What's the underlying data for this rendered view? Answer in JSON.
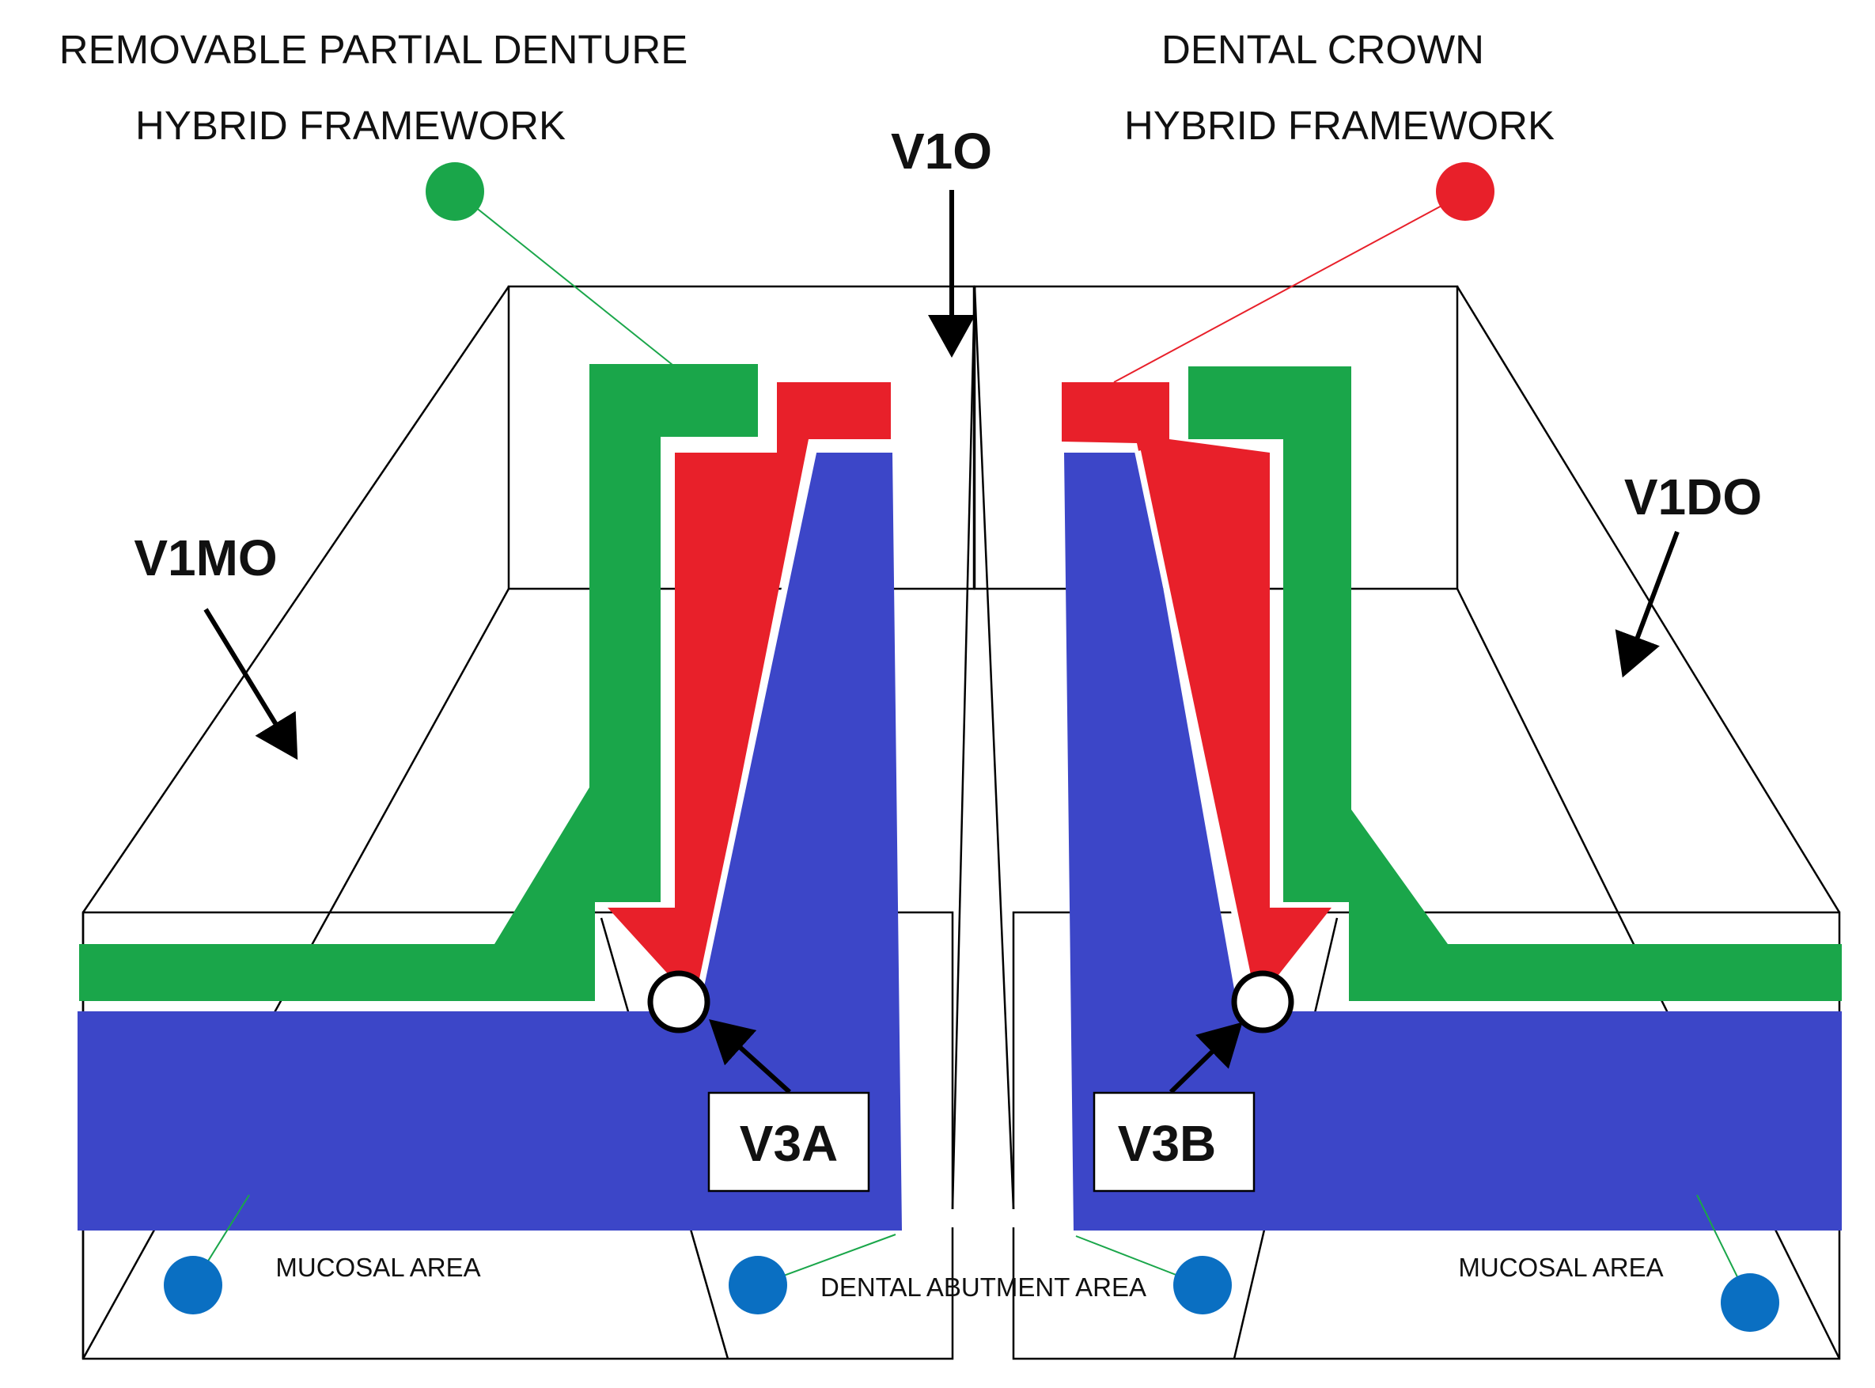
{
  "headings": {
    "rpd_line1": "REMOVABLE PARTIAL DENTURE",
    "rpd_line2": "HYBRID FRAMEWORK",
    "crown_line1": "DENTAL  CROWN",
    "crown_line2": "HYBRID FRAMEWORK"
  },
  "labels": {
    "v1o": "V1O",
    "v1mo": "V1MO",
    "v1do": "V1DO",
    "v3a": "V3A",
    "v3b": "V3B"
  },
  "areas": {
    "mucosal_left": "MUCOSAL AREA",
    "mucosal_right": "MUCOSAL AREA",
    "abutment": "DENTAL  ABUTMENT  AREA"
  },
  "colors": {
    "rpd_framework": "#1aa64a",
    "crown_framework": "#e8202a",
    "tissue": "#3c46c8",
    "marker": "#0a6fc2"
  }
}
